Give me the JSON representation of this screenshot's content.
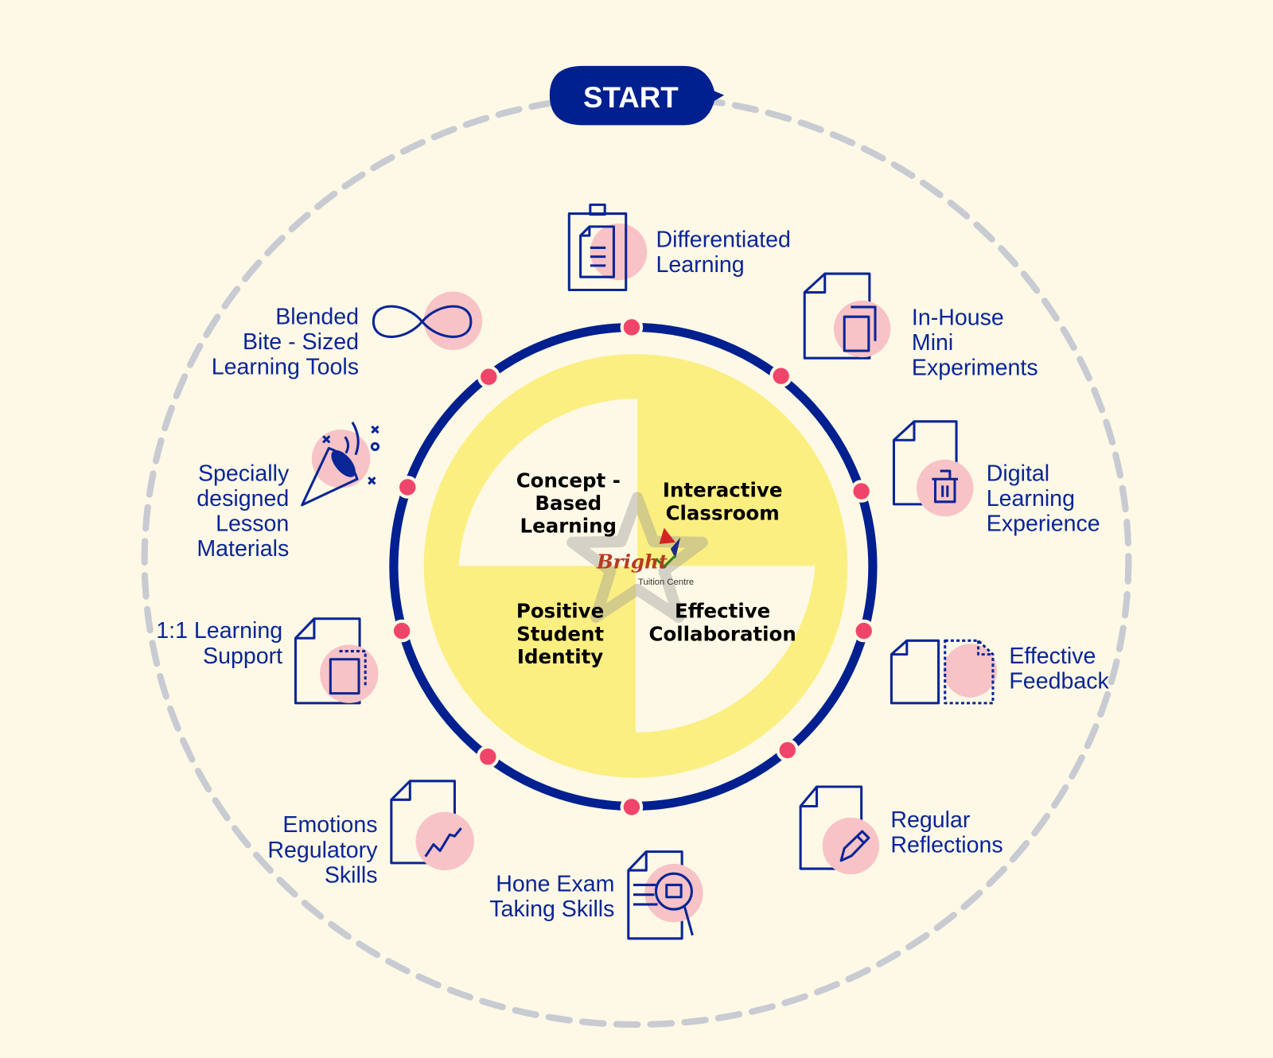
{
  "start_label": "START",
  "colors": {
    "background": "#fef9e6",
    "navy": "#0a2596",
    "dot": "#f0456a",
    "pink": "#f7c3c6",
    "yellow": "#fbef82",
    "dashed": "#c9cbd3"
  },
  "center": {
    "quadrants": [
      {
        "lines": [
          "Concept -",
          "Based",
          "Learning"
        ]
      },
      {
        "lines": [
          "Interactive",
          "Classroom"
        ]
      },
      {
        "lines": [
          "Positive",
          "Student",
          "Identity"
        ]
      },
      {
        "lines": [
          "Effective",
          "Collaboration"
        ]
      }
    ],
    "logo": {
      "brand": "Bright",
      "subtitle": "Tuition Centre"
    }
  },
  "features": [
    {
      "lines": [
        "Differentiated",
        "Learning"
      ],
      "icon": "clipboard-icon"
    },
    {
      "lines": [
        "In-House",
        "Mini",
        "Experiments"
      ],
      "icon": "copy-documents-icon"
    },
    {
      "lines": [
        "Digital",
        "Learning",
        "Experience"
      ],
      "icon": "document-trash-icon"
    },
    {
      "lines": [
        "Effective",
        "Feedback"
      ],
      "icon": "document-compare-icon"
    },
    {
      "lines": [
        "Regular",
        "Reflections"
      ],
      "icon": "document-pencil-icon"
    },
    {
      "lines": [
        "Hone Exam",
        "Taking Skills"
      ],
      "icon": "document-search-icon"
    },
    {
      "lines": [
        "Emotions",
        "Regulatory",
        "Skills"
      ],
      "icon": "document-chart-icon"
    },
    {
      "lines": [
        "1:1 Learning",
        "Support"
      ],
      "icon": "document-copy-icon"
    },
    {
      "lines": [
        "Specially",
        "designed",
        "Lesson",
        "Materials"
      ],
      "icon": "party-popper-icon"
    },
    {
      "lines": [
        "Blended",
        "Bite - Sized",
        "Learning Tools"
      ],
      "icon": "infinity-icon"
    }
  ]
}
